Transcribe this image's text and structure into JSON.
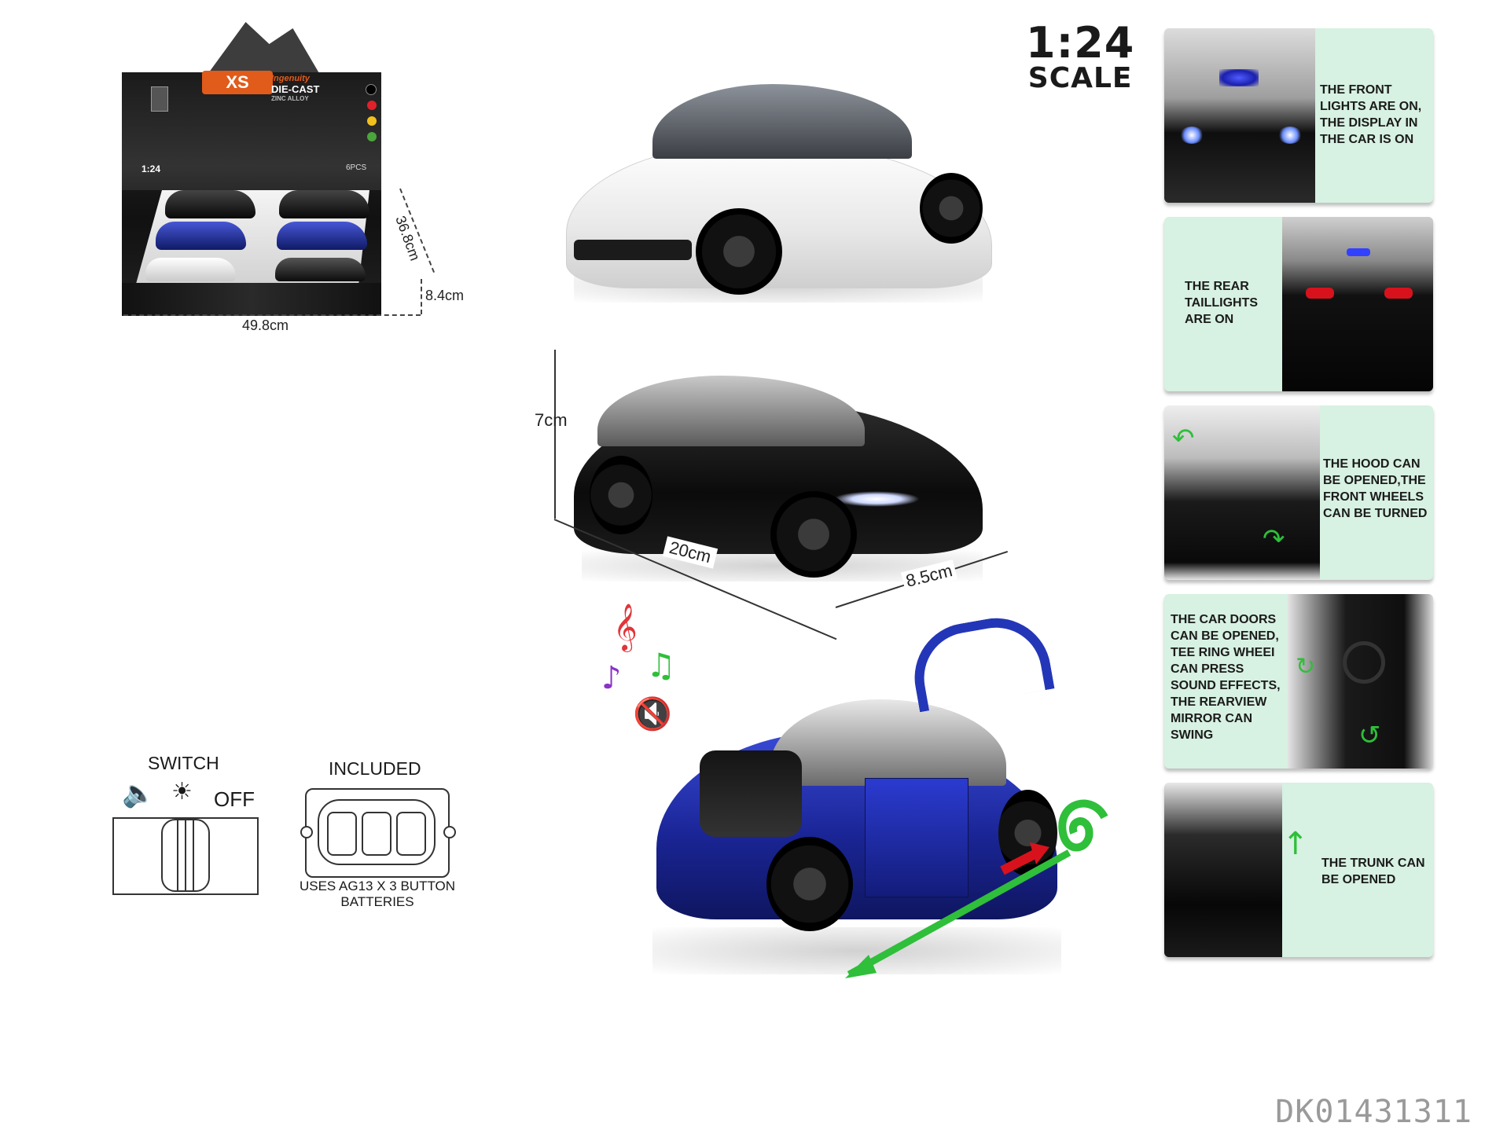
{
  "box": {
    "brand": "XS",
    "logo_line1": "DIE-CAST",
    "logo_line2": "ZINC ALLOY",
    "logo_script": "Ingenuity",
    "scale": "1:24",
    "pcs": "6PCS",
    "depth": "36.8cm",
    "height": "8.4cm",
    "width": "49.8cm"
  },
  "scale": {
    "ratio": "1:24",
    "word": "SCALE"
  },
  "dimensions": {
    "height": "7cm",
    "length": "20cm",
    "width": "8.5cm"
  },
  "features": [
    {
      "text": "THE FRONT LIGHTS ARE ON, THE DISPLAY IN THE CAR IS ON"
    },
    {
      "text": "THE REAR TAILLIGHTS ARE ON"
    },
    {
      "text": "THE HOOD CAN BE OPENED,THE FRONT WHEELS CAN BE TURNED"
    },
    {
      "text": "THE CAR DOORS CAN BE OPENED, TEE RING WHEEI CAN PRESS SOUND EFFECTS, THE REARVIEW MIRROR CAN SWING"
    },
    {
      "text": "THE TRUNK CAN BE OPENED"
    }
  ],
  "switch": {
    "title": "SWITCH",
    "off_label": "OFF"
  },
  "included": {
    "title": "INCLUDED",
    "caption_line1": "USES AG13 X 3 BUTTON",
    "caption_line2": "BATTERIES"
  },
  "product_code": "DK01431311",
  "colors": {
    "card_bg": "#d7f1e2",
    "white_car": "#f5f5f5",
    "black_car": "#141414",
    "blue_car": "#1f2fa8",
    "accent_green": "#2fbf3a",
    "arrow_red": "#d8121c"
  },
  "icons": [
    "speaker-icon",
    "bulb-icon",
    "music-note-icon",
    "sound-off-icon",
    "swirl-arrow-icon"
  ]
}
